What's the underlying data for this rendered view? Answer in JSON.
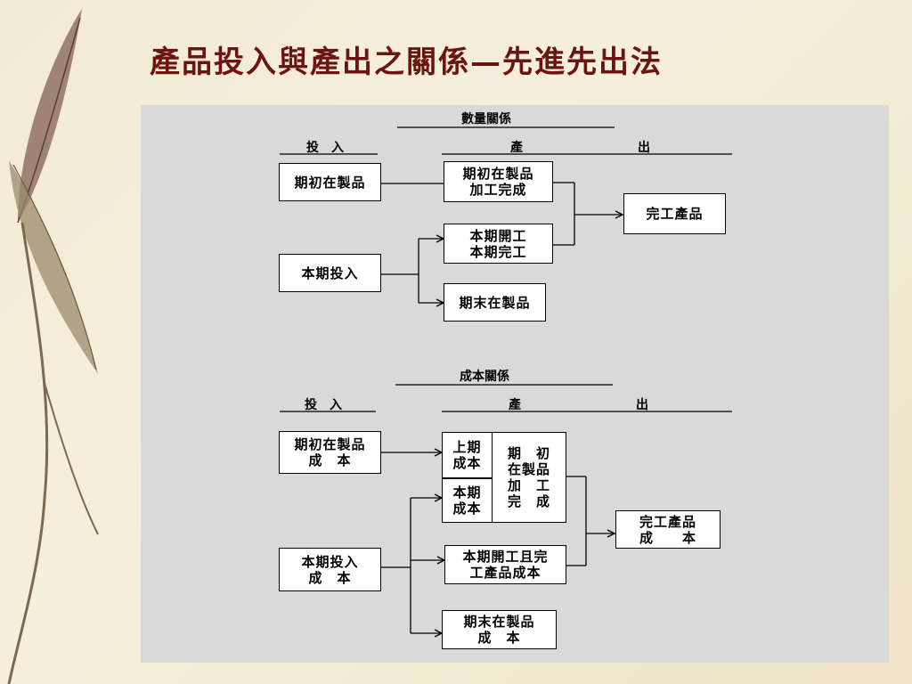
{
  "title": "產品投入與產出之關係—先進先出法",
  "quantity": {
    "section_title": "數量關係",
    "input_header": "投　入",
    "output_header_1": "產",
    "output_header_2": "出",
    "begin_wip": "期初在製品",
    "begin_wip_completed": [
      "期初在製品",
      "加工完成"
    ],
    "started_completed": [
      "本期開工",
      "本期完工"
    ],
    "current_input": "本期投入",
    "end_wip": "期末在製品",
    "finished_goods": "完工產品"
  },
  "cost": {
    "section_title": "成本關係",
    "input_header": "投　入",
    "output_header_1": "產",
    "output_header_2": "出",
    "begin_wip_cost": [
      "期初在製品",
      "成　本"
    ],
    "prior_period_cost": [
      "上期",
      "成本"
    ],
    "current_period_cost": [
      "本期",
      "成本"
    ],
    "begin_wip_completed": [
      "期　初",
      "在製品",
      "加　工",
      "完　成"
    ],
    "current_input_cost": [
      "本期投入",
      "成　本"
    ],
    "started_completed_cost": [
      "本期開工且完",
      "工產品成本"
    ],
    "finished_goods_cost": [
      "完工產品",
      "成　　本"
    ],
    "end_wip_cost": [
      "期末在製品",
      "成　本"
    ]
  }
}
